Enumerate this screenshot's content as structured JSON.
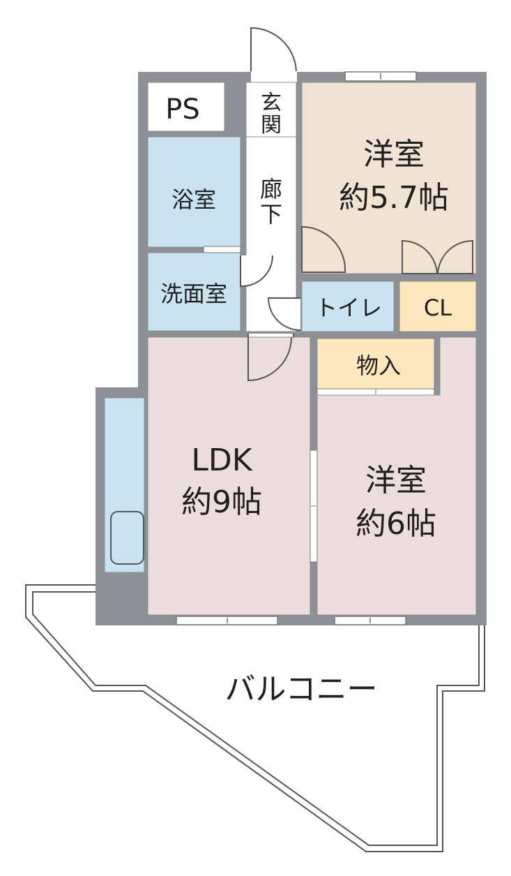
{
  "floorplan": {
    "rooms": {
      "ps": "PS",
      "entrance": "玄関",
      "hallway": "廊下",
      "bath": "浴室",
      "washroom": "洗面室",
      "toilet": "トイレ",
      "closet": "CL",
      "storage": "物入",
      "western_room_1": {
        "name": "洋室",
        "size": "約5.7帖"
      },
      "ldk": {
        "name": "LDK",
        "size": "約9帖"
      },
      "western_room_2": {
        "name": "洋室",
        "size": "約6帖"
      },
      "balcony": "バルコニー"
    },
    "colors": {
      "wall": "#8d9095",
      "western_room_1": "#f1e3d3",
      "ldk": "#ebdcdd",
      "western_room_2": "#ebdcdd",
      "wet_area": "#c9e3f0",
      "storage": "#fde7bd",
      "hallway": "#ffffff",
      "balcony_outline": "#555555"
    }
  }
}
